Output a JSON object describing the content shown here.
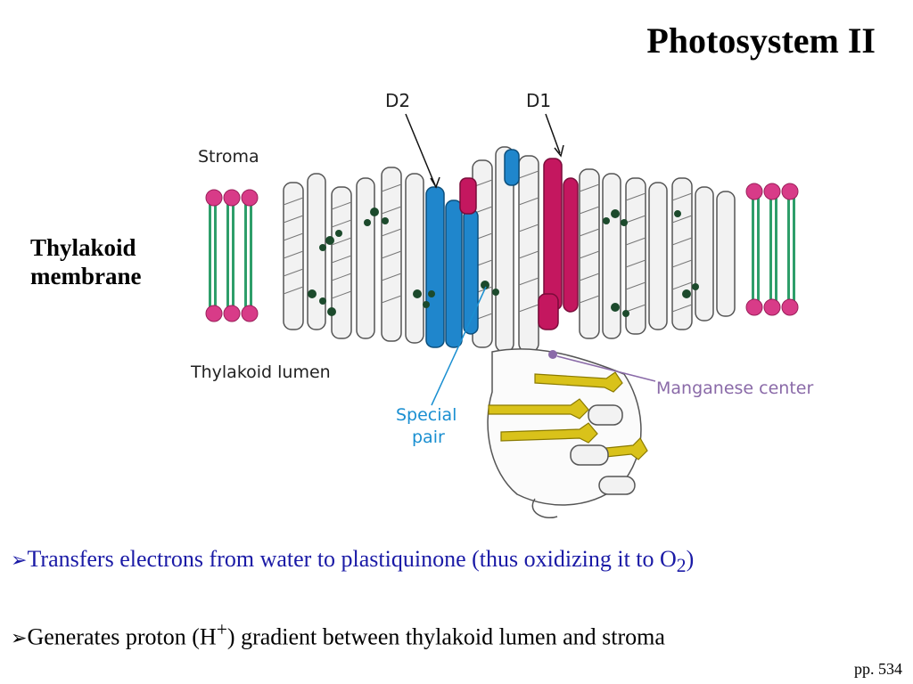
{
  "title": "Photosystem II",
  "side_label": {
    "line1": "Thylakoid",
    "line2": "membrane"
  },
  "diagram": {
    "labels": {
      "d2": "D2",
      "d1": "D1",
      "stroma": "Stroma",
      "lumen": "Thylakoid lumen",
      "manganese": "Manganese center",
      "special_pair_line1": "Special",
      "special_pair_line2": "pair"
    },
    "colors": {
      "lipid_head": "#d83b88",
      "lipid_tail": "#2e9e6a",
      "helix_white": "#f2f2f2",
      "helix_outline": "#555555",
      "d2_blue": "#1f86cc",
      "d1_magenta": "#c4175f",
      "cofactor": "#1c4a2c",
      "subunit_yellow": "#d9c21a",
      "manganese_label": "#8a6aa8",
      "special_label": "#1a8fd1"
    }
  },
  "bullets": [
    {
      "arrow": "➢",
      "text_a": "Transfers electrons from water to plastiquinone (thus oxidizing it to O",
      "sub": "2",
      "text_b": ")"
    },
    {
      "arrow": "➢",
      "text_a": "Generates proton (H",
      "sup": "+",
      "text_b": ") gradient between thylakoid lumen and stroma"
    }
  ],
  "page_ref": "pp. 534"
}
